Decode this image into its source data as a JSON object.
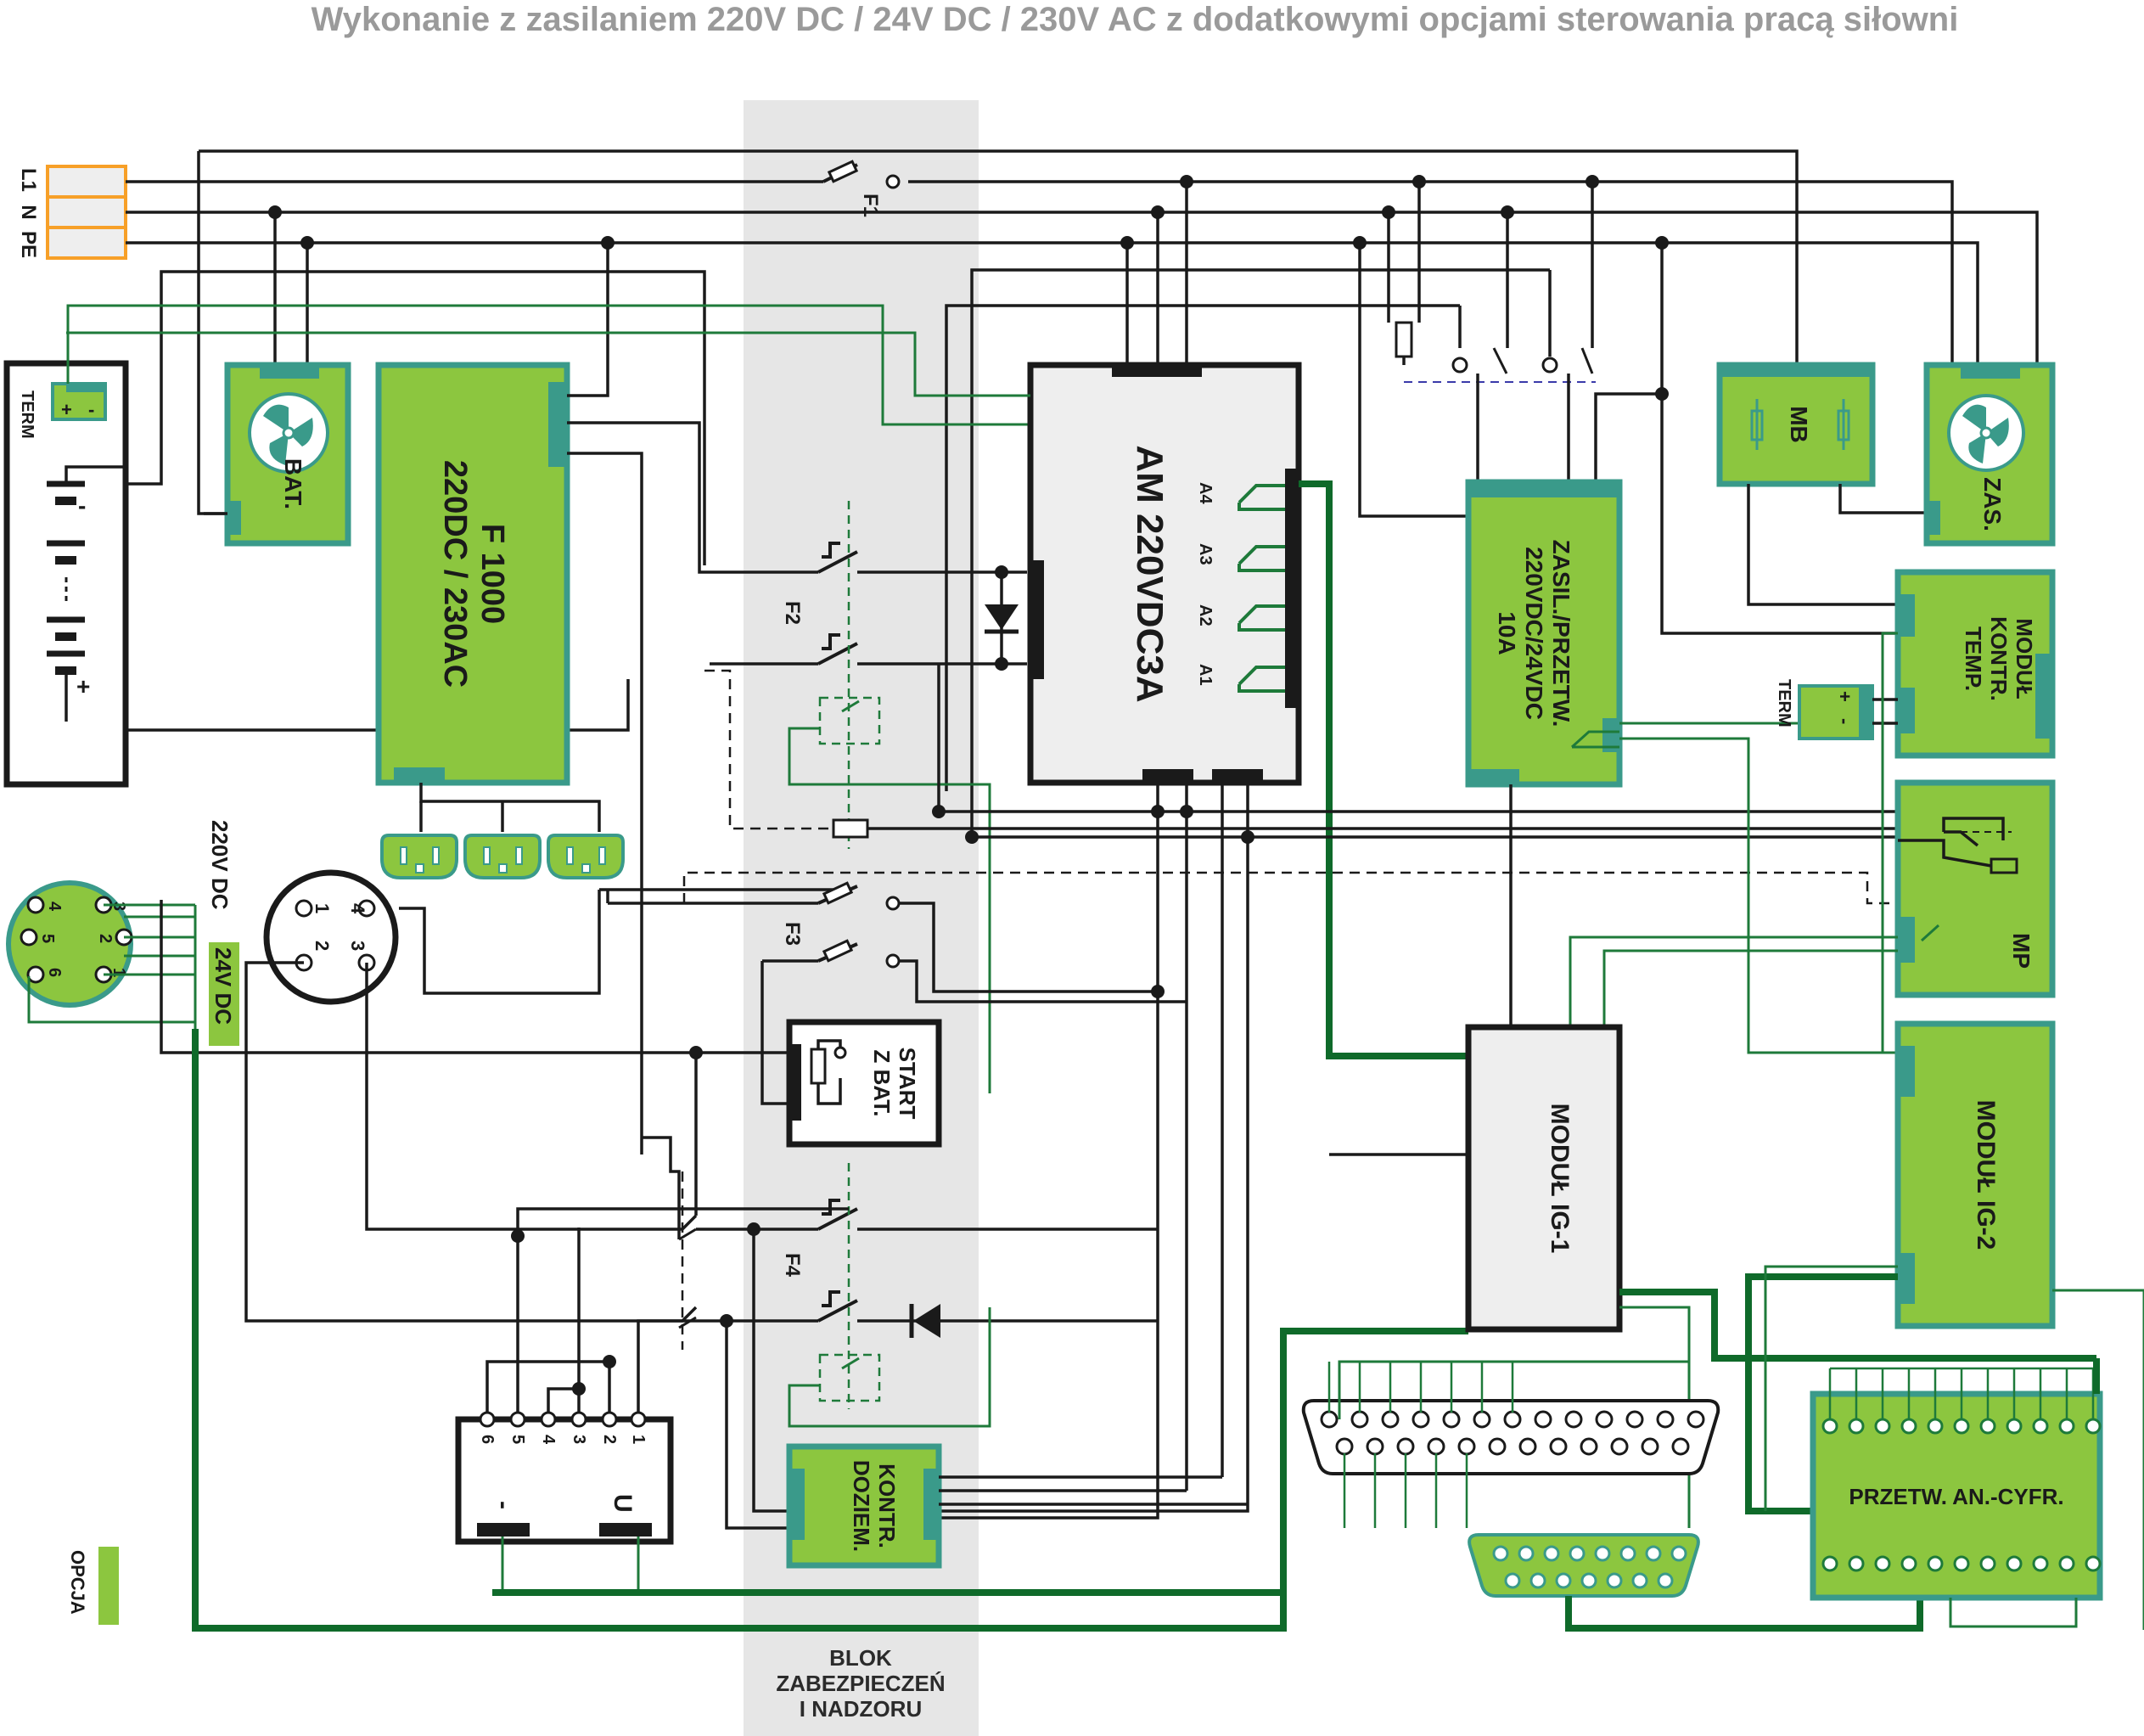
{
  "title": "Wykonanie z zasilaniem 220V DC / 24V DC / 230V AC z dodatkowymi opcjami sterowania pracą siłowni",
  "mains": {
    "terminals": [
      "L1",
      "N",
      "PE"
    ]
  },
  "fuses": {
    "f1": "F1",
    "f2": "F2",
    "f3": "F3",
    "f4": "F4"
  },
  "blocks": {
    "term_left": "TERM",
    "term_left_plus": "+",
    "term_left_minus": "-",
    "battery_plus": "+",
    "battery_minus": "-",
    "bat": "BAT.",
    "f1000_line1": "F 1000",
    "f1000_line2": "220DC / 230AC",
    "am_title": "AM 220VDC3A",
    "am_outputs": [
      "A4",
      "A3",
      "A2",
      "A1"
    ],
    "zasil_line1": "ZASIL./PRZETW.",
    "zasil_line2": "220VDC/24VDC",
    "zasil_line3": "10A",
    "mb": "MB",
    "zas": "ZAS.",
    "modul_temp_line1": "MODUŁ",
    "modul_temp_line2": "KONTR.",
    "modul_temp_line3": "TEMP.",
    "term_right": "TERM",
    "term_right_plus": "+",
    "term_right_minus": "-",
    "mp": "MP",
    "start_line1": "START",
    "start_line2": "Z BAT.",
    "modul_ig1": "MODUŁ IG-1",
    "modul_ig2": "MODUŁ IG-2",
    "kontr_line1": "KONTR.",
    "kontr_line2": "DOZIEM.",
    "przetw": "PRZETW. AN.-CYFR.",
    "voltage_220": "220V DC",
    "voltage_24": "24V DC",
    "converter_minus": "-",
    "converter_u": "U",
    "converter_pins": [
      "6",
      "5",
      "4",
      "3",
      "2",
      "1"
    ],
    "socket_left_pins": [
      "3",
      "4",
      "5",
      "2",
      "6",
      "1"
    ],
    "socket_mid_pins": [
      "1",
      "4",
      "2",
      "3"
    ]
  },
  "zone": {
    "label_line1": "BLOK",
    "label_line2": "ZABEZPIECZEŃ",
    "label_line3": "I NADZORU"
  },
  "legend": {
    "option": "OPCJA"
  },
  "colors": {
    "module_green": "#8cc63f",
    "module_border": "#3a9a8a",
    "wire_green": "#1e7a3a",
    "mains_orange": "#f7a028",
    "zone_gray": "#e6e6e6",
    "title_gray": "#9a9a9a"
  }
}
